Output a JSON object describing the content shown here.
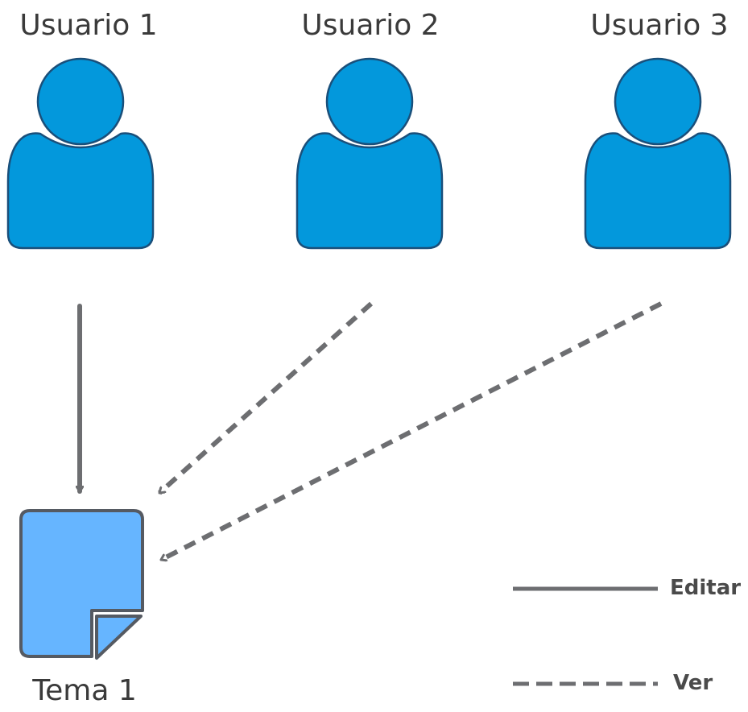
{
  "users": [
    {
      "label": "Usuario 1",
      "icon": "user-icon",
      "access": "Editar"
    },
    {
      "label": "Usuario 2",
      "icon": "user-icon",
      "access": "Ver"
    },
    {
      "label": "Usuario 3",
      "icon": "user-icon",
      "access": "Ver"
    }
  ],
  "document": {
    "label": "Tema 1",
    "icon": "document-icon"
  },
  "legend": {
    "edit_label": "Editar",
    "view_label": "Ver"
  },
  "colors": {
    "user_fill": "#0398dc",
    "user_stroke": "#1a4f7a",
    "document_fill": "#66b5ff",
    "document_stroke": "#555a62",
    "arrow": "#6d6e71",
    "text": "#3a3a3a"
  }
}
